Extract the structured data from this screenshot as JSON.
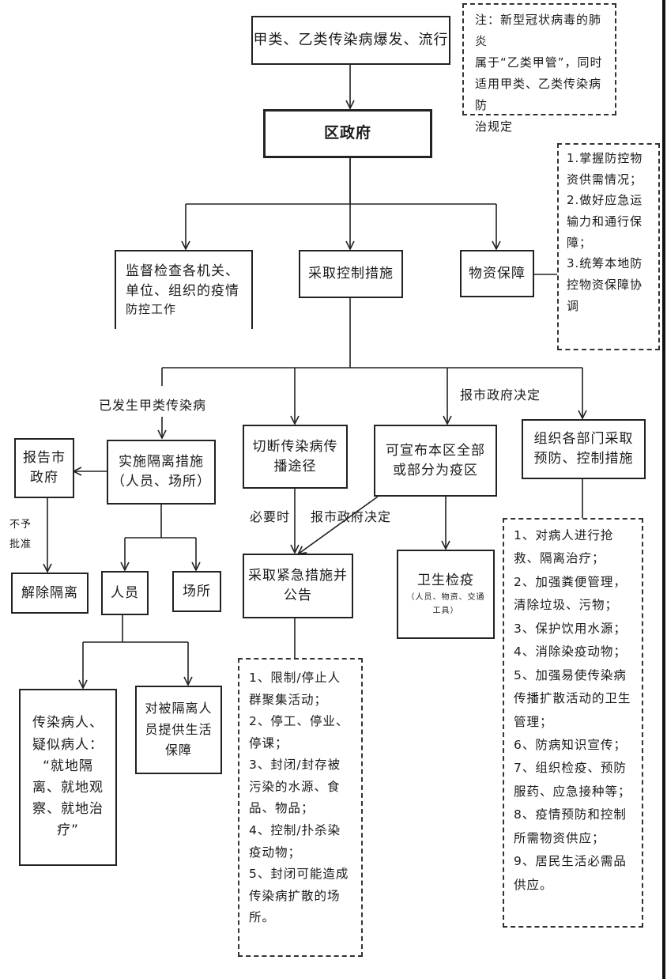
{
  "nodes": {
    "outbreak": "甲类、乙类传染病爆发、流行",
    "note": [
      "注：新型冠状病毒的肺炎",
      "属于“乙类甲管”，同时",
      "适用甲类、乙类传染病防",
      "治规定"
    ],
    "district": "区政府",
    "supervise": [
      "监督检查各机关、",
      "单位、组织的疫情",
      "防控工作"
    ],
    "control": "采取控制措施",
    "supply": "物资保障",
    "supply_list": [
      "1.掌握防控物",
      "资供需情况；",
      "2.做好应急运",
      "输力和通行保",
      "障；",
      "3.统筹本地防",
      "控物资保障协",
      "调"
    ],
    "report_city": [
      "报告市",
      "政府"
    ],
    "isolation": [
      "实施隔离措施",
      "（人员、场所）"
    ],
    "cut": [
      "切断传染病传",
      "播途径"
    ],
    "epi_zone": [
      "可宣布本区全部",
      "或部分为疫区"
    ],
    "organize": [
      "组织各部门采取",
      "预防、控制措施"
    ],
    "release": "解除隔离",
    "persons": "人员",
    "places": "场所",
    "emergency": [
      "采取紧急措施并",
      "公告"
    ],
    "quarantine": "卫生检疫",
    "quarantine_sub": [
      "（人员、物资、交通",
      "工具）"
    ],
    "organize_list": [
      "1、对病人进行抢",
      "救、隔离治疗；",
      "2、加强粪便管理，",
      "清除垃圾、污物；",
      "3、保护饮用水源；",
      "4、消除染疫动物；",
      "5、加强易使传染病",
      "传播扩散活动的卫生",
      "管理；",
      "6、防病知识宣传；",
      "7、组织检疫、预防",
      "服药、应急接种等；",
      "8、疫情预防和控制",
      "所需物资供应；",
      "9、居民生活必需品",
      "供应。"
    ],
    "patients": [
      "传染病人、",
      "疑似病人：",
      "“就地隔",
      "离、就地观",
      "察、就地治",
      "疗”"
    ],
    "life_support": [
      "对被隔离人",
      "员提供生活",
      "保障"
    ],
    "emergency_list": [
      "1、限制/停止人",
      "群聚集活动；",
      "2、停工、停业、",
      "停课；",
      "3、封闭/封存被",
      "污染的水源、食",
      "品、物品；",
      "4、控制/扑杀染",
      "疫动物；",
      "5、封闭可能造成",
      "传染病扩散的场",
      "所。"
    ]
  },
  "labels": {
    "class_a": "已发生甲类传染病",
    "report_gov": "报市政府决定",
    "not_approved": [
      "不予",
      "批准"
    ],
    "when_needed": "必要时",
    "report_gov2": "报市政府决定"
  }
}
